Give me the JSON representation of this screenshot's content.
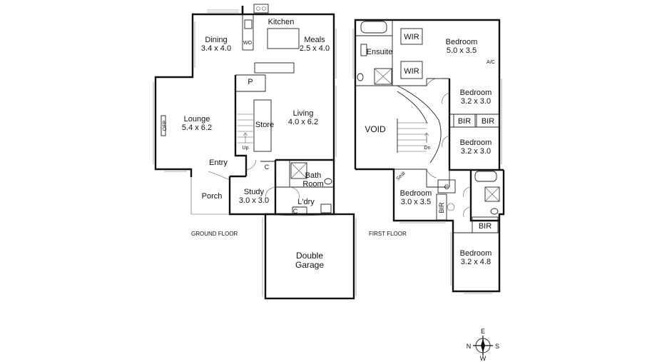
{
  "ground_floor": {
    "caption": "GROUND FLOOR",
    "rooms": {
      "kitchen": "Kitchen",
      "dining": {
        "name": "Dining",
        "size": "3.4 x 4.0"
      },
      "meals": {
        "name": "Meals",
        "size": "2.5 x 4.0"
      },
      "lounge": {
        "name": "Lounge",
        "size": "5.4 x 6.2"
      },
      "living": {
        "name": "Living",
        "size": "4.0 x 6.2"
      },
      "entry": "Entry",
      "porch": "Porch",
      "study": {
        "name": "Study",
        "size": "3.0 x 3.0"
      },
      "bath": {
        "line1": "Bath",
        "line2": "Room"
      },
      "laundry": "L'dry",
      "garage": {
        "line1": "Double",
        "line2": "Garage"
      },
      "pantry": "P",
      "store": "Store"
    },
    "labels": {
      "wo": "WO",
      "ofp": "OFP",
      "closet_study": "C",
      "closet_laundry": "C",
      "stair_up": "Up"
    }
  },
  "first_floor": {
    "caption": "FIRST FLOOR",
    "rooms": {
      "ensuite": "Ensuite",
      "wir_top": "WIR",
      "wir_bottom": "WIR",
      "master": {
        "name": "Bedroom",
        "size": "5.0 x 3.5"
      },
      "bed2": {
        "name": "Bedroom",
        "size": "3.2 x 3.0"
      },
      "bed3": {
        "name": "Bedroom",
        "size": "3.2 x 3.0"
      },
      "bed4": {
        "name": "Bedroom",
        "size": "3.0 x 3.5"
      },
      "bed5": {
        "name": "Bedroom",
        "size": "3.2 x 4.8"
      },
      "void": "VOID"
    },
    "labels": {
      "ac": "A/C",
      "bir_left": "BIR",
      "bir_right": "BIR",
      "bir_vertical": "BIR",
      "bir_bottom": "BIR",
      "closet": "C",
      "seat": "Seat",
      "stair_down": "Dn"
    }
  },
  "compass": {
    "n": "N",
    "e": "E",
    "s": "S",
    "w": "W"
  }
}
